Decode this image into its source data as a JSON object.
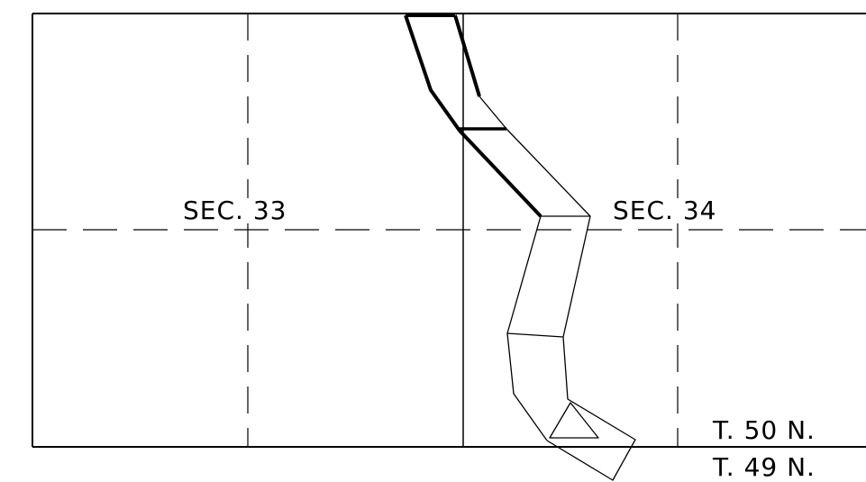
{
  "sections": {
    "left_label": "SEC. 33",
    "right_label": "SEC. 34"
  },
  "township": {
    "north_label": "T. 50 N.",
    "south_label": "T. 49 N."
  },
  "colors": {
    "ink": "#000000",
    "background": "#ffffff"
  }
}
